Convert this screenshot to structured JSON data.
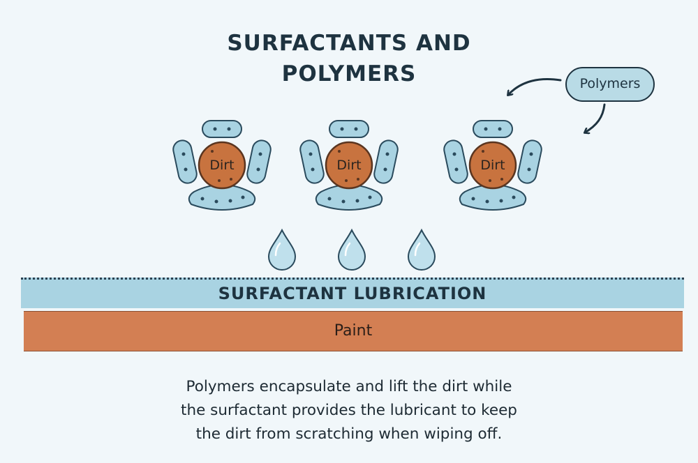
{
  "title": {
    "line1": "SURFACTANTS AND",
    "line2": "POLYMERS"
  },
  "callout": {
    "label": "Polymers"
  },
  "clusters": [
    {
      "label": "Dirt"
    },
    {
      "label": "Dirt"
    },
    {
      "label": "Dirt"
    }
  ],
  "layers": {
    "lubrication": "SURFACTANT LUBRICATION",
    "paint": "Paint"
  },
  "caption": {
    "line1": "Polymers encapsulate and lift the dirt while",
    "line2": "the surfactant provides the lubricant to keep",
    "line3": "the dirt from scratching when wiping off."
  },
  "colors": {
    "background": "#f1f7fa",
    "polymer": "#a9d3e2",
    "dirt": "#c8733f",
    "paint": "#d37f53",
    "outline": "#1e3340"
  }
}
